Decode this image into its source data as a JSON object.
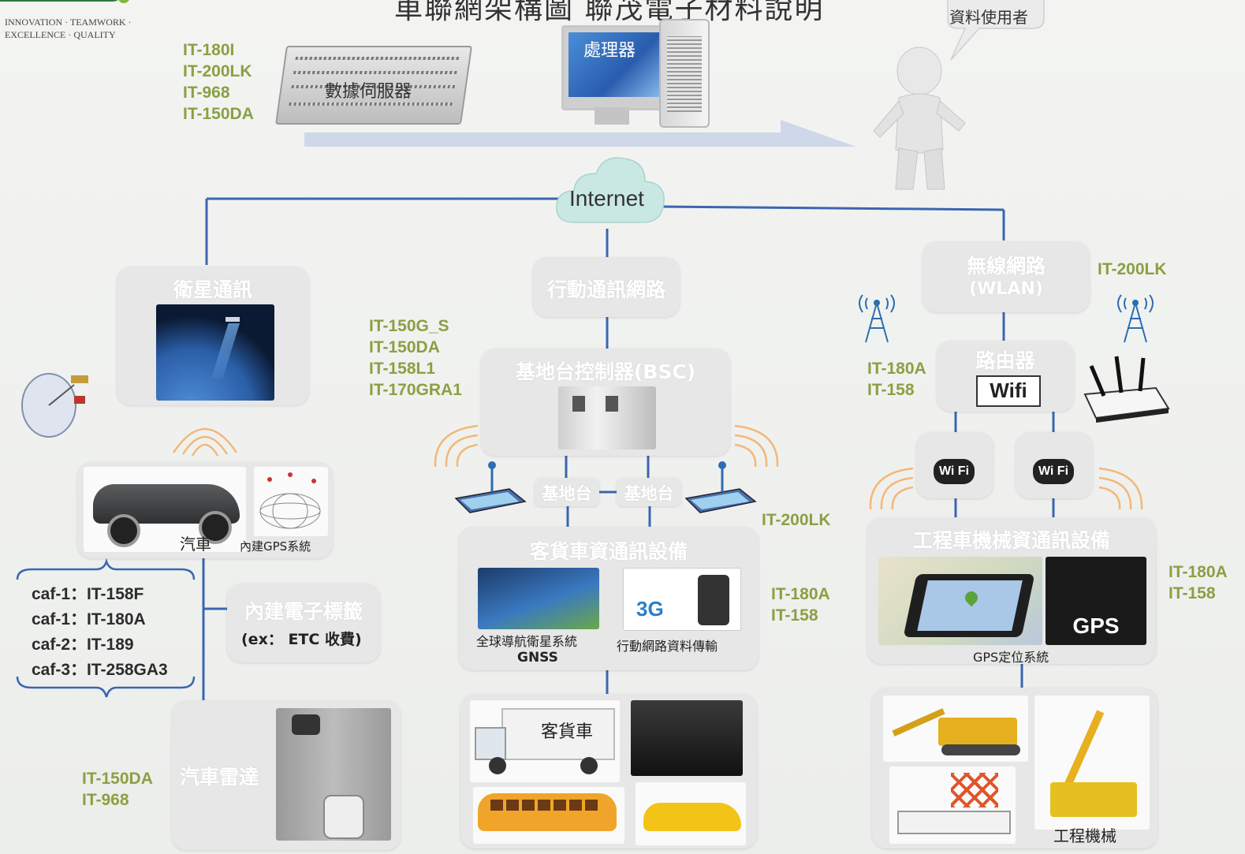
{
  "header": {
    "title": "車聯網架構圖 聯茂電子材料說明",
    "slogan_line1": "INNOVATION · TEAMWORK ·",
    "slogan_line2": "EXCELLENCE · QUALITY"
  },
  "top": {
    "server_codes": [
      "IT-180I",
      "IT-200LK",
      "IT-968",
      "IT-150DA"
    ],
    "server_label": "數據伺服器",
    "processor_label": "處理器",
    "user_label": "資料使用者"
  },
  "internet_label": "Internet",
  "left": {
    "satellite_header": "衛星通訊",
    "car_caption": "汽車",
    "gps_caption": "內建GPS系統",
    "caf_codes": [
      "caf-1：IT-158F",
      "caf-1：IT-180A",
      "caf-2：IT-189",
      "caf-3：IT-258GA3"
    ],
    "etag_header": "內建電子標籤",
    "etag_example": "(ex： ETC 收費)",
    "radar_header": "汽車雷達",
    "radar_codes": [
      "IT-150DA",
      "IT-968"
    ]
  },
  "center": {
    "mobile_network_header": "行動通訊網路",
    "bsc_codes": [
      "IT-150G_S",
      "IT-150DA",
      "IT-158L1",
      "IT-170GRA1"
    ],
    "bsc_header": "基地台控制器(BSC)",
    "base_station_1": "基地台",
    "base_station_2": "基地台",
    "phone_code": "IT-200LK",
    "equipment_header": "客貨車資通訊設備",
    "gnss_caption": "全球導航衛星系統",
    "gnss_abbr": "GNSS",
    "data_caption": "行動網路資料傳輸",
    "equipment_codes": [
      "IT-180A",
      "IT-158"
    ],
    "truck_caption": "客貨車"
  },
  "right": {
    "wlan_header_1": "無線網路",
    "wlan_header_2": "(WLAN)",
    "wlan_code": "IT-200LK",
    "router_header": "路由器",
    "router_codes": [
      "IT-180A",
      "IT-158"
    ],
    "wifi_text": "Wifi",
    "wifi_small_1": "Wi Fi",
    "wifi_small_2": "Wi Fi",
    "machinery_header": "工程車機械資通訊設備",
    "gps_text": "GPS",
    "gps_system_caption": "GPS定位系統",
    "machinery_codes": [
      "IT-180A",
      "IT-158"
    ],
    "machinery_caption": "工程機械"
  },
  "colors": {
    "code_green": "#8aa043",
    "line_blue": "#3a66b0",
    "panel_gray": "#e6e7e6",
    "wave_orange": "#f3b87a"
  }
}
